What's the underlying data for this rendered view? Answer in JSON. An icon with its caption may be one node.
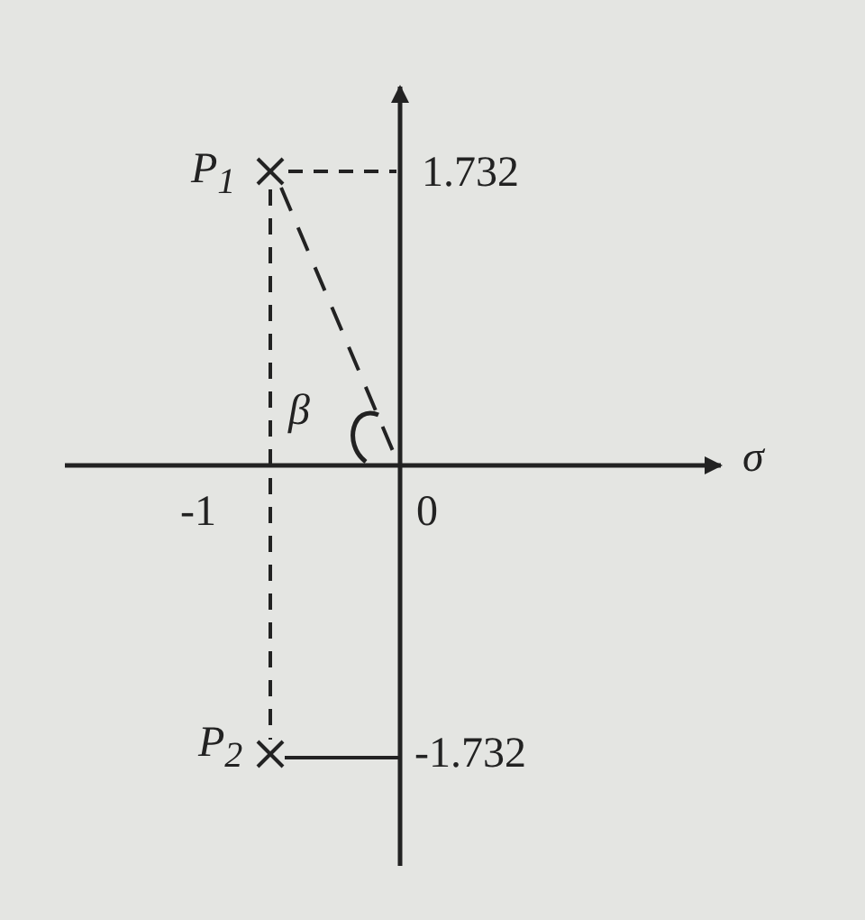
{
  "diagram": {
    "labels": [
      "P$_{1}$",
      "1.732",
      "β",
      "σ",
      "-1",
      "0",
      "P$_{2}$",
      "-1.732"
    ]
  }
}
